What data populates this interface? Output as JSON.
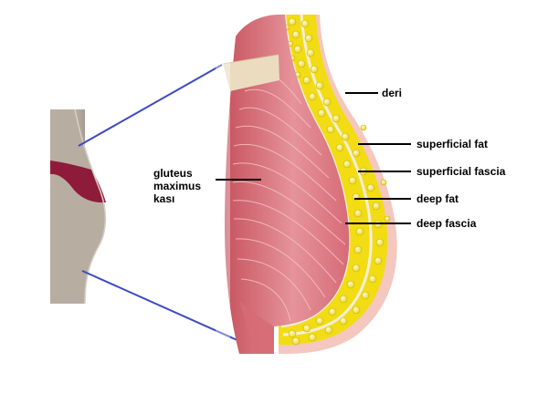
{
  "labels": {
    "gluteus": "gluteus\nmaximus\nkası",
    "deri": "deri",
    "superficial_fat": "superficial fat",
    "superficial_fascia": "superficial fascia",
    "deep_fat": "deep fat",
    "deep_fascia": "deep fascia"
  },
  "colors": {
    "zoom_line": "#3d4bbf",
    "skin": "#f6c6bd",
    "fat_yellow": "#f4e21a",
    "fat_globule": "#fff27a",
    "fascia": "#f3ead8",
    "muscle": "#d9707a",
    "muscle_light": "#f0b7b6",
    "tendon": "#e9dcc0",
    "body_skin": "#bdb2a6",
    "underwear": "#8e1b3a"
  },
  "icons": {
    "thumbnail": "buttock-silhouette-icon"
  }
}
